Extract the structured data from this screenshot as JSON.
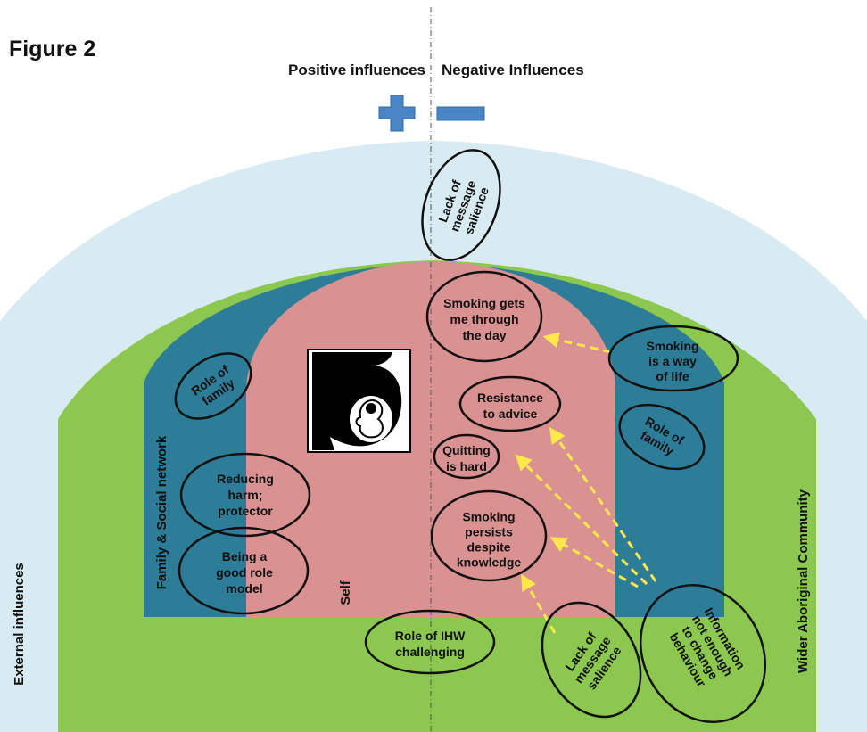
{
  "figure": {
    "title": "Figure 2",
    "positive_heading": "Positive influences",
    "negative_heading": "Negative Influences",
    "plus_icon": "plus-icon",
    "minus_icon": "minus-icon",
    "pregnancy_icon": "pregnant-woman-icon"
  },
  "layers": {
    "external": "External influences",
    "community": "Wider Aboriginal Community",
    "family": "Family & Social network",
    "self": "Self"
  },
  "colors": {
    "external": "#d8ebf2",
    "community": "#8cc84f",
    "family": "#2e7d98",
    "self": "#d99191",
    "plus": "#4a86c5",
    "minus": "#4a86c5",
    "arrow": "#ffe84a"
  },
  "ovals": {
    "lack_salience_top": [
      "Lack of",
      "message",
      "salience"
    ],
    "role_family_left": [
      "Role of",
      "family"
    ],
    "reducing_harm": [
      "Reducing",
      "harm;",
      "protector"
    ],
    "good_role_model": [
      "Being a",
      "good role",
      "model"
    ],
    "role_ihw": [
      "Role of IHW",
      "challenging"
    ],
    "smoking_gets_me": [
      "Smoking gets",
      "me through",
      "the day"
    ],
    "resistance": [
      "Resistance",
      "to advice"
    ],
    "quitting_hard": [
      "Quitting",
      "is hard"
    ],
    "smoking_persists": [
      "Smoking",
      "persists",
      "despite",
      "knowledge"
    ],
    "smoking_way_of_life": [
      "Smoking",
      "is a way",
      "of life"
    ],
    "role_family_right": [
      "Role of",
      "family"
    ],
    "lack_salience_bottom": [
      "Lack of",
      "message",
      "salience"
    ],
    "info_not_enough": [
      "Information",
      "not enough",
      "to change",
      "behaviour"
    ]
  }
}
